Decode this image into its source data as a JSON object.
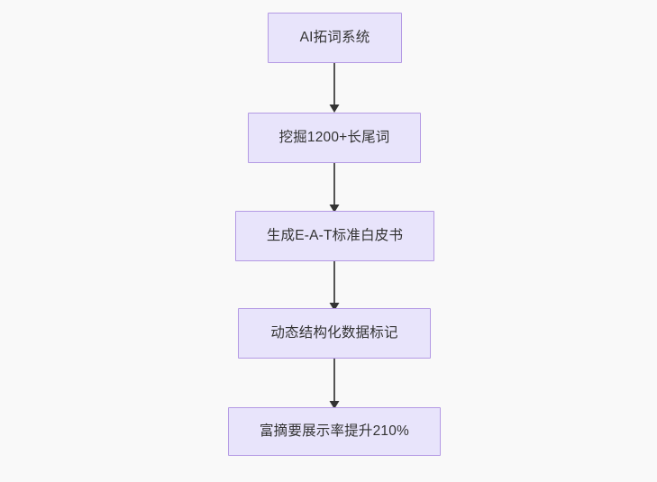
{
  "diagram": {
    "type": "flowchart",
    "direction": "top-to-bottom",
    "background_color": "#f9f9f9",
    "node_fill_color": "#e8e4fb",
    "node_border_color": "#b49ae4",
    "node_text_color": "#333333",
    "edge_color": "#555555",
    "nodes": [
      {
        "id": "n1",
        "label": "AI拓词系统"
      },
      {
        "id": "n2",
        "label": "挖掘1200+长尾词"
      },
      {
        "id": "n3",
        "label": "生成E-A-T标准白皮书"
      },
      {
        "id": "n4",
        "label": "动态结构化数据标记"
      },
      {
        "id": "n5",
        "label": "富摘要展示率提升210%"
      }
    ],
    "edges": [
      {
        "from": "n1",
        "to": "n2",
        "arrow": "arrow-down-icon"
      },
      {
        "from": "n2",
        "to": "n3",
        "arrow": "arrow-down-icon"
      },
      {
        "from": "n3",
        "to": "n4",
        "arrow": "arrow-down-icon"
      },
      {
        "from": "n4",
        "to": "n5",
        "arrow": "arrow-down-icon"
      }
    ]
  }
}
